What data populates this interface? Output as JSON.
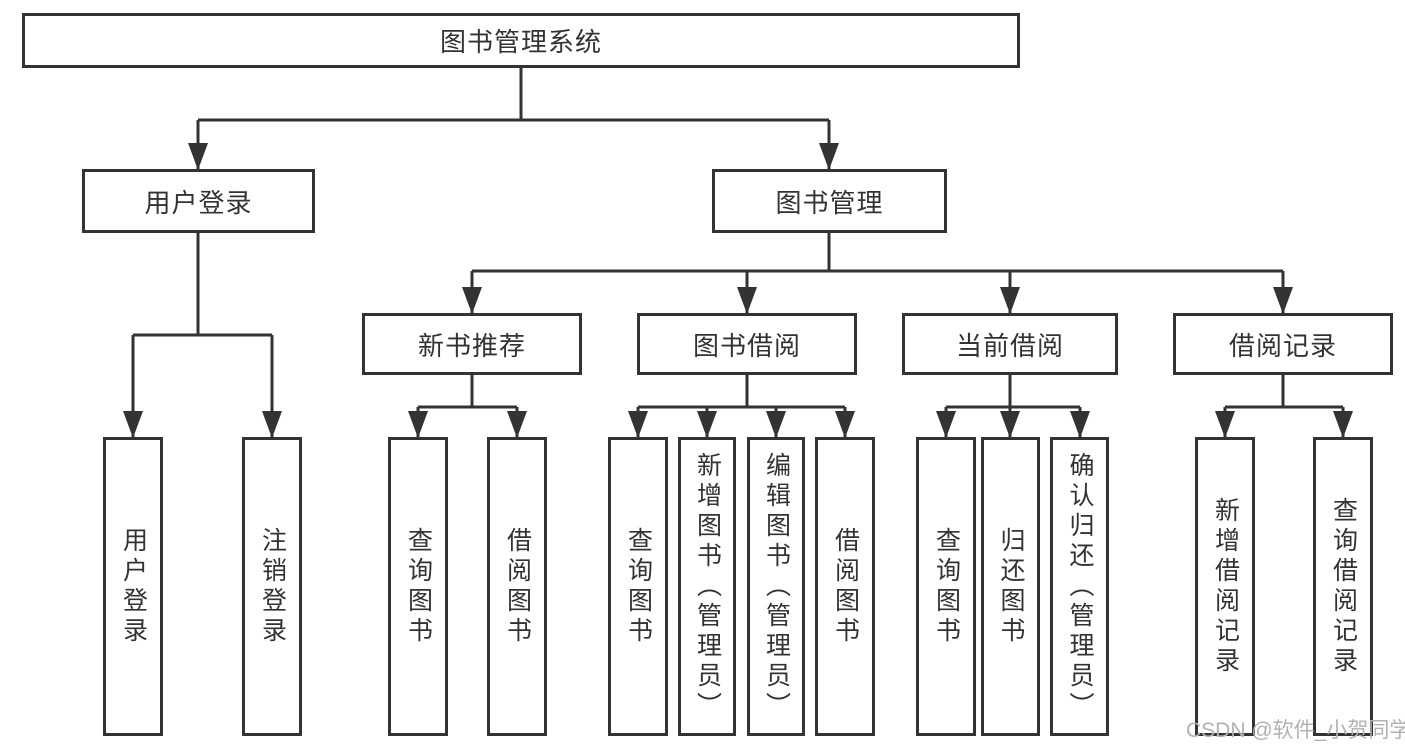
{
  "tree": {
    "label": "图书管理系统",
    "children": [
      {
        "label": "用户登录",
        "children": [
          {
            "label": "用户登录"
          },
          {
            "label": "注销登录"
          }
        ]
      },
      {
        "label": "图书管理",
        "children": [
          {
            "label": "新书推荐",
            "children": [
              {
                "label": "查询图书"
              },
              {
                "label": "借阅图书"
              }
            ]
          },
          {
            "label": "图书借阅",
            "children": [
              {
                "label": "查询图书"
              },
              {
                "label": "新增图书（管理员）"
              },
              {
                "label": "编辑图书（管理员）"
              },
              {
                "label": "借阅图书"
              }
            ]
          },
          {
            "label": "当前借阅",
            "children": [
              {
                "label": "查询图书"
              },
              {
                "label": "归还图书"
              },
              {
                "label": "确认归还（管理员）"
              }
            ]
          },
          {
            "label": "借阅记录",
            "children": [
              {
                "label": "新增借阅记录"
              },
              {
                "label": "查询借阅记录"
              }
            ]
          }
        ]
      }
    ]
  },
  "watermark": {
    "text": "CSDN @软件_小贺同学"
  },
  "colors": {
    "line": "#333333",
    "text": "#333333",
    "watermark": "#b2b2b2",
    "background": "#ffffff"
  }
}
